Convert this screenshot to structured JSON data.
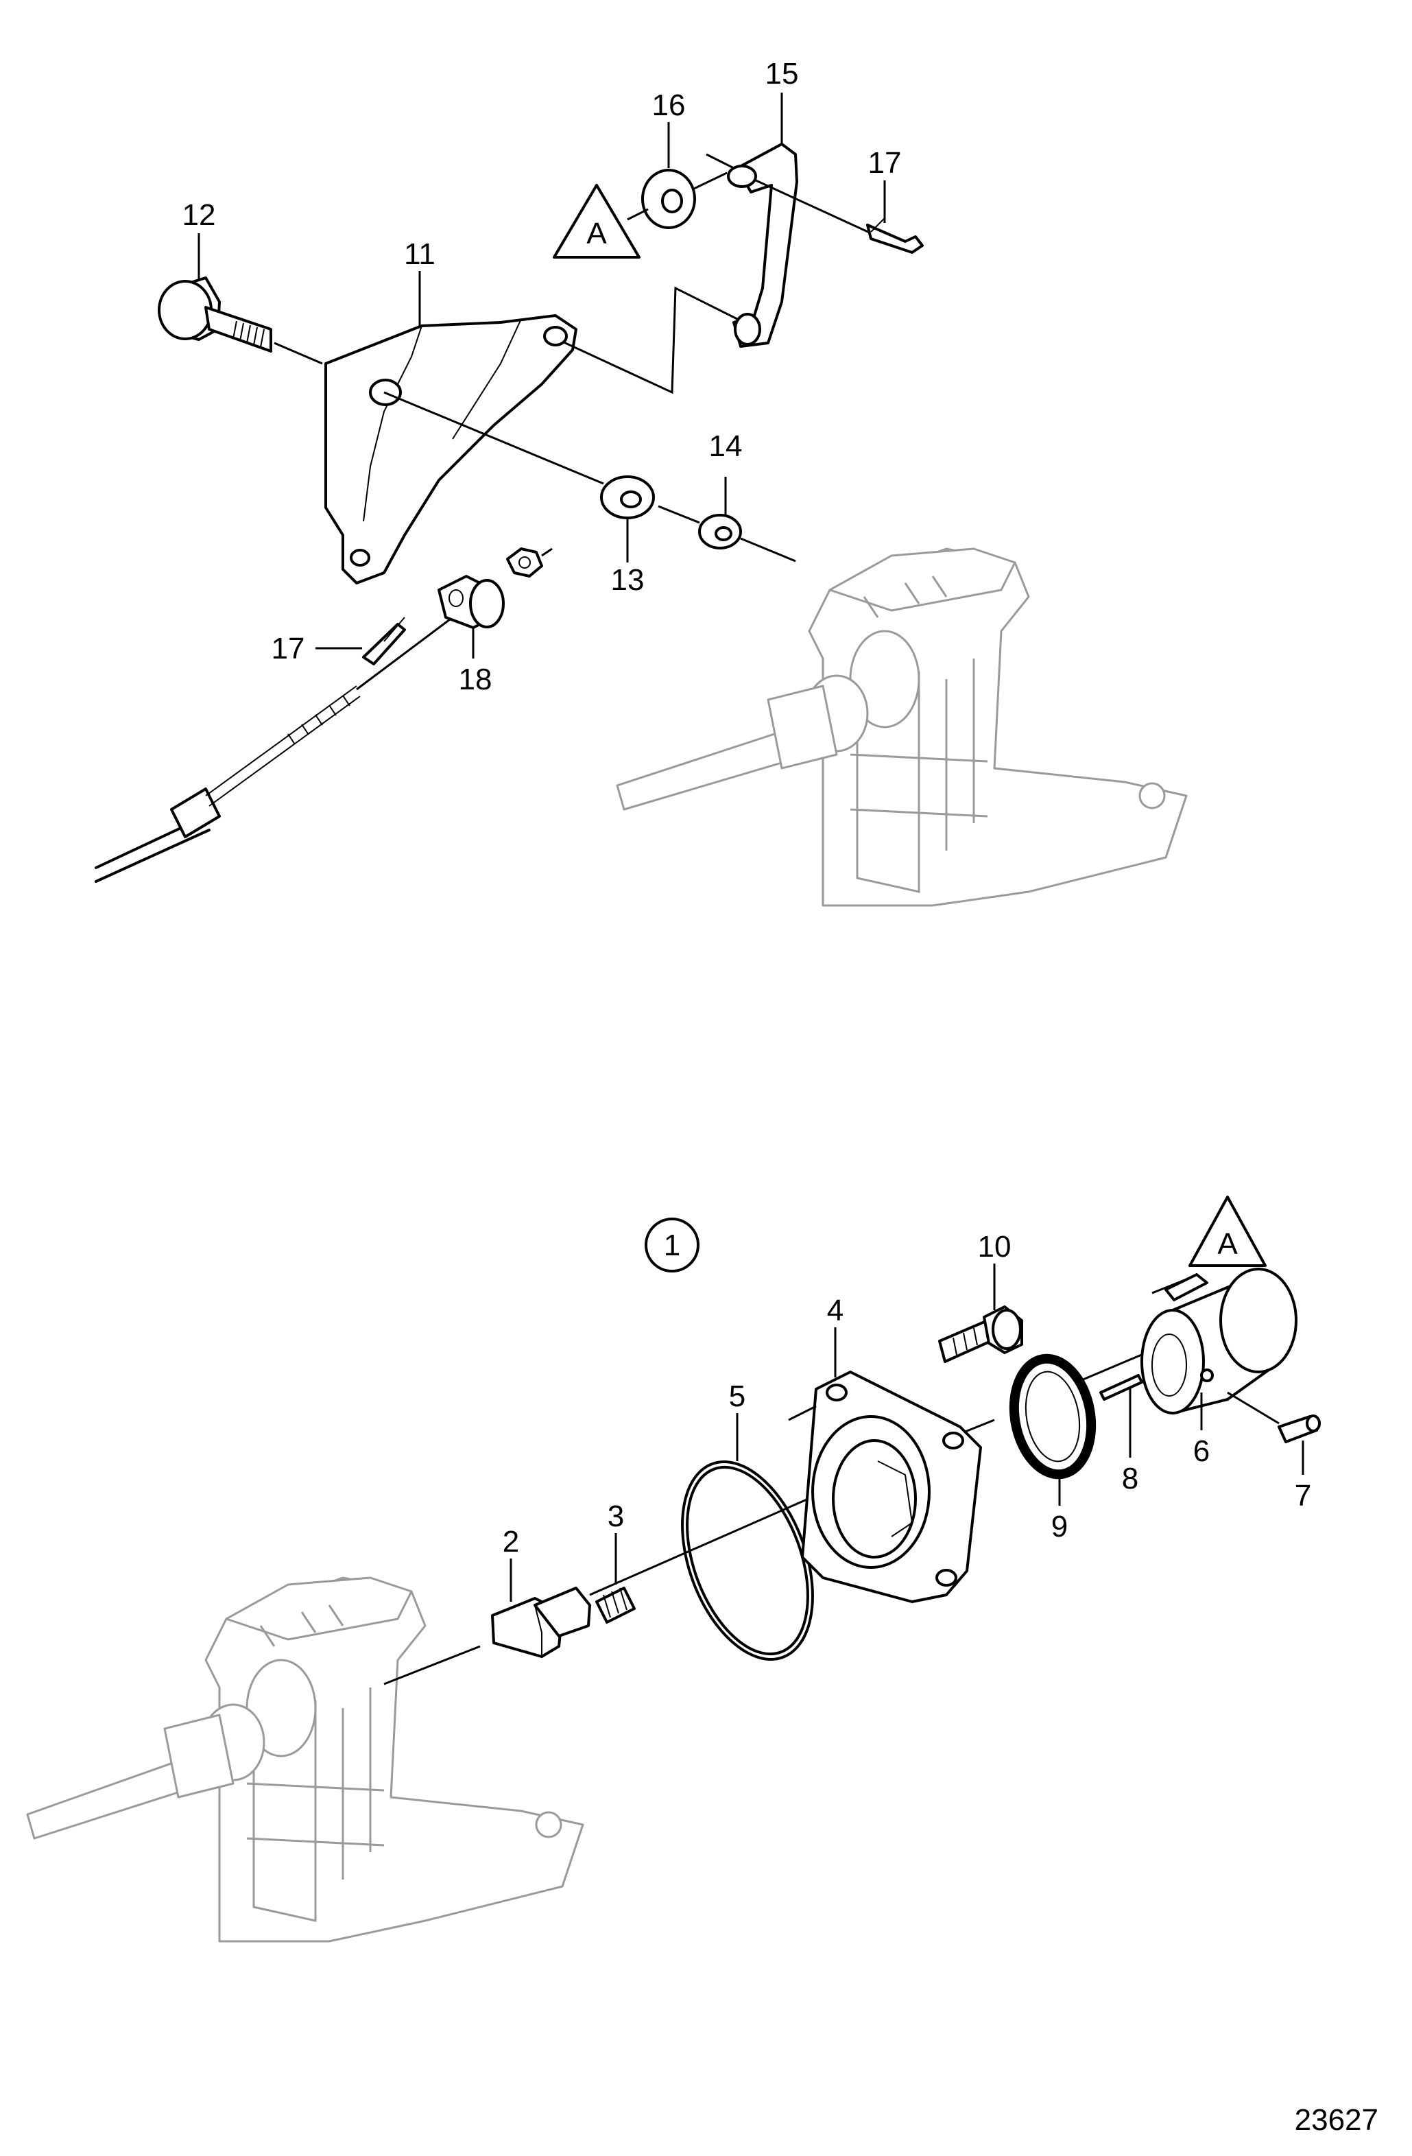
{
  "callouts": {
    "c1": "1",
    "c2": "2",
    "c3": "3",
    "c4": "4",
    "c5": "5",
    "c6": "6",
    "c7": "7",
    "c8": "8",
    "c9": "9",
    "c10": "10",
    "c11": "11",
    "c12": "12",
    "c13": "13",
    "c14": "14",
    "c15": "15",
    "c16": "16",
    "c17a": "17",
    "c17b": "17",
    "c18": "18"
  },
  "markers": {
    "upper": "A",
    "lower": "A"
  },
  "circled_ref": "1",
  "drawing_number": "23627"
}
